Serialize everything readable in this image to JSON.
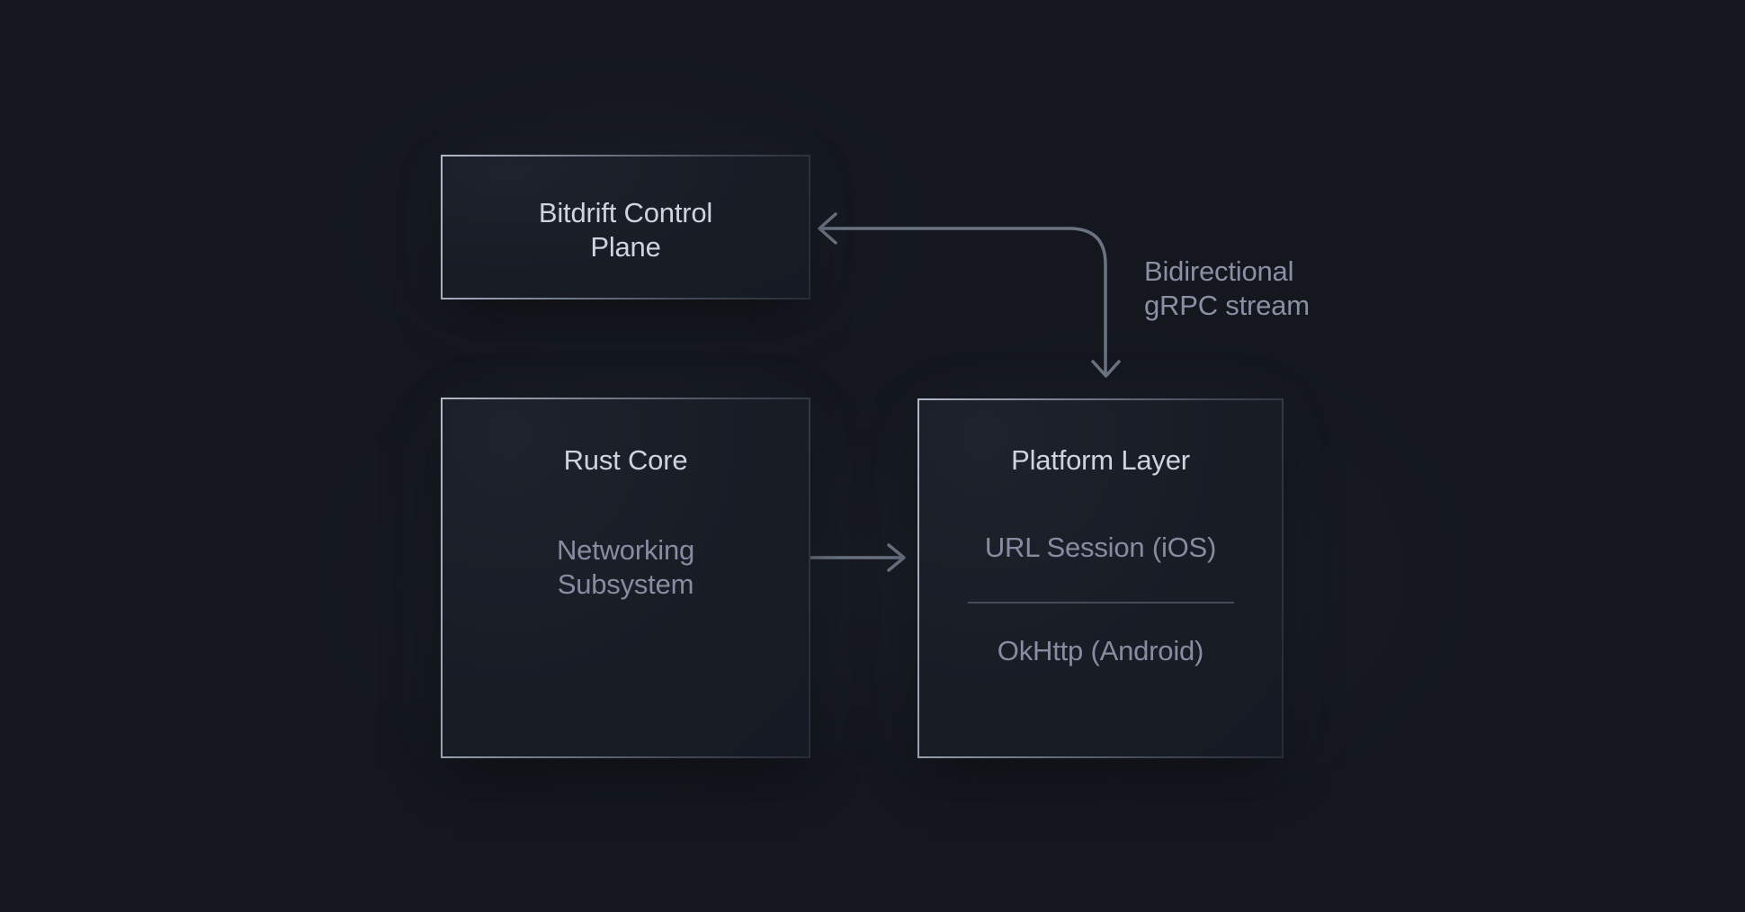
{
  "diagram": {
    "nodes": {
      "control_plane": {
        "title_line1": "Bitdrift Control",
        "title_line2": "Plane"
      },
      "rust_core": {
        "title": "Rust Core",
        "sub_line1": "Networking",
        "sub_line2": "Subsystem"
      },
      "platform_layer": {
        "title": "Platform Layer",
        "item1": "URL Session (iOS)",
        "item2": "OkHttp (Android)"
      }
    },
    "edges": {
      "grpc": {
        "label_line1": "Bidirectional",
        "label_line2": "gRPC stream",
        "type": "elbow-double-ended-arrow"
      },
      "ffi": {
        "type": "horizontal-double-ended-arrow"
      }
    },
    "colors": {
      "background": "#14171e",
      "box_fill": "#181c25",
      "box_border_light": "#b2bac8",
      "box_border_dark": "#262b34",
      "title_text": "#ced3de",
      "muted_text": "#878ca1",
      "edge_label_text": "#8a8fa4",
      "arrow_stroke": "#6b7382",
      "divider": "#7a8294"
    }
  }
}
